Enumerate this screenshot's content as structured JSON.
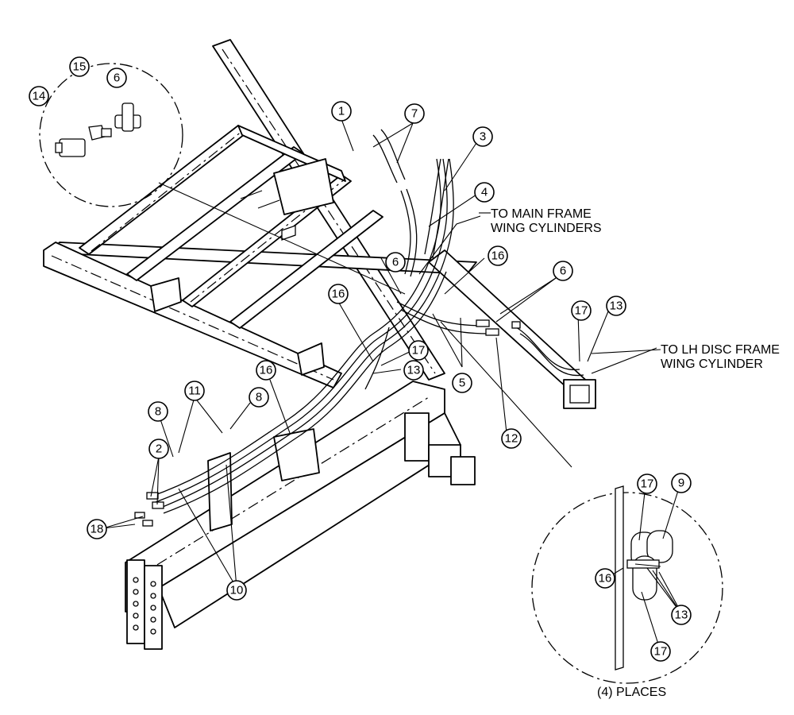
{
  "diagram": {
    "notes": {
      "main_frame_line1": "TO MAIN FRAME",
      "main_frame_line2": "WING CYLINDERS",
      "lh_disc_line1": "TO LH DISC FRAME",
      "lh_disc_line2": "WING CYLINDER",
      "places": "(4) PLACES"
    },
    "callouts": [
      "1",
      "2",
      "3",
      "4",
      "5",
      "6",
      "6",
      "6",
      "7",
      "8",
      "8",
      "9",
      "10",
      "11",
      "12",
      "13",
      "13",
      "13",
      "14",
      "15",
      "16",
      "16",
      "16",
      "16",
      "17",
      "17",
      "17",
      "17",
      "18"
    ]
  }
}
